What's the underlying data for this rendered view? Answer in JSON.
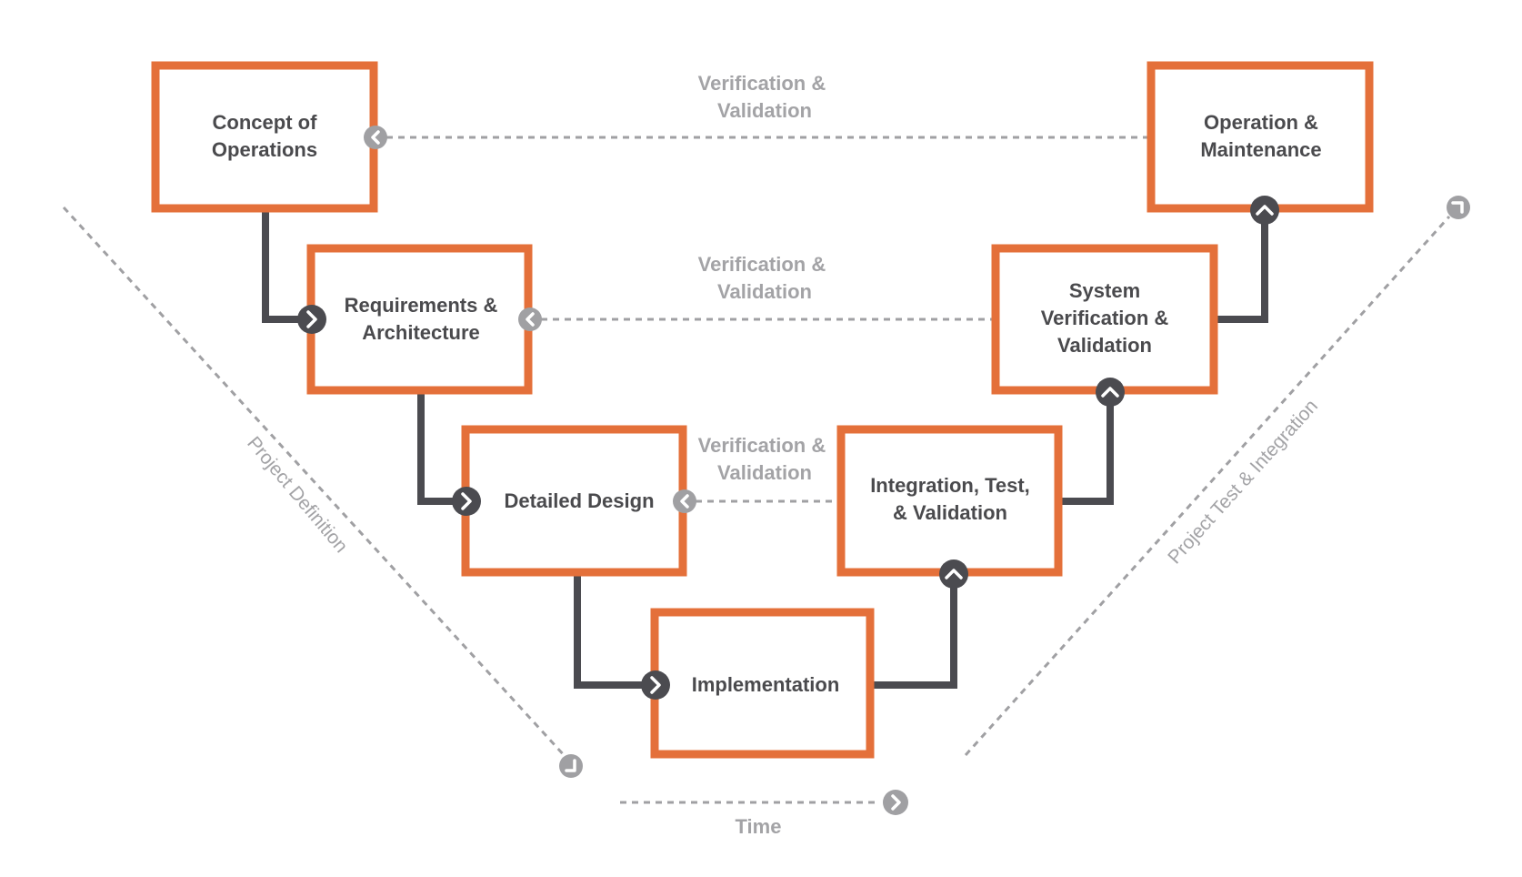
{
  "colors": {
    "box_border": "#e4703a",
    "connector": "#4b4b50",
    "secondary": "#a0a0a3",
    "text": "#4a4a4d"
  },
  "boxes": {
    "concept": [
      "Concept of",
      "Operations"
    ],
    "requirements": [
      "Requirements &",
      "Architecture"
    ],
    "detailed_design": [
      "Detailed Design"
    ],
    "implementation": [
      "Implementation"
    ],
    "integration": [
      "Integration, Test,",
      "& Validation"
    ],
    "system_vv": [
      "System",
      "Verification &",
      "Validation"
    ],
    "operation": [
      "Operation &",
      "Maintenance"
    ]
  },
  "verification_labels": {
    "top": [
      "Verification &",
      "Validation"
    ],
    "middle": [
      "Verification &",
      "Validation"
    ],
    "bottom": [
      "Verification &",
      "Validation"
    ]
  },
  "axes": {
    "left_label": "Project Definition",
    "right_label": "Project Test & Integration",
    "time_label": "Time"
  },
  "icons": {
    "step_forward": "chevron-right-icon",
    "step_up": "chevron-up-icon",
    "verify_back": "chevron-left-icon",
    "time_arrow": "chevron-right-icon"
  }
}
